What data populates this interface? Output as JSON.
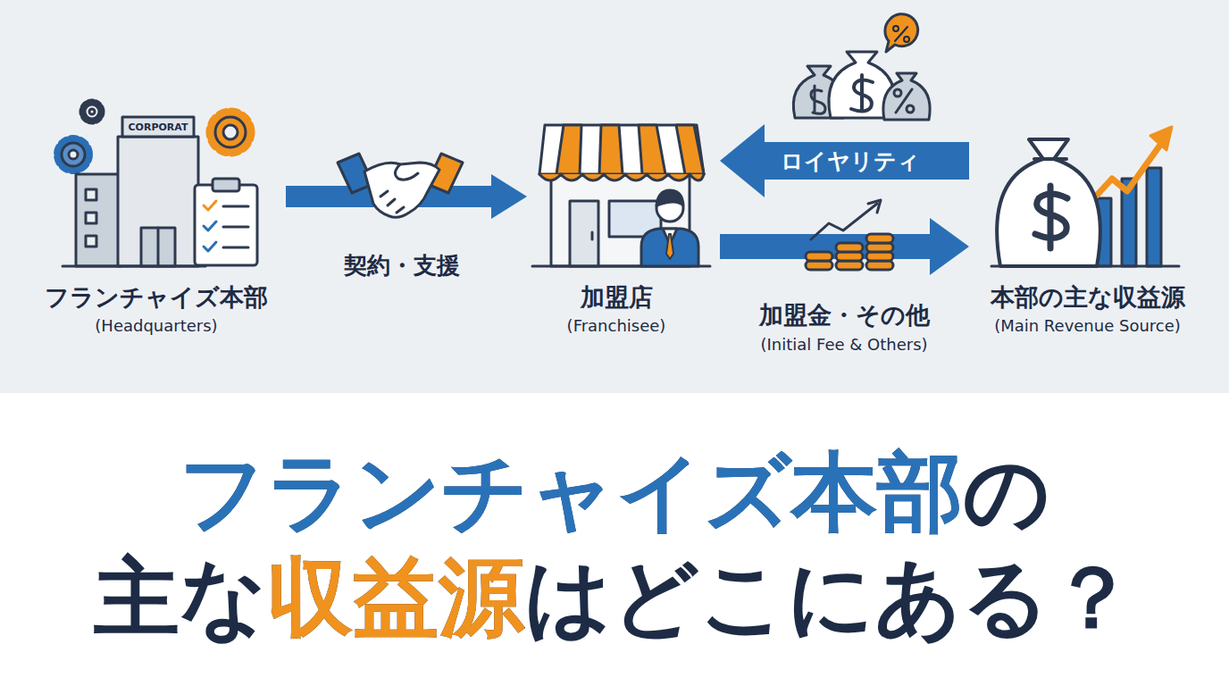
{
  "diagram": {
    "title": "フランチャイズ本部の 主な収益源はどこにある？",
    "nodes": [
      {
        "text": [
          "フランチャイズ本部",
          "(Headquarters)"
        ]
      },
      {
        "text": [
          "加盟店",
          "(Franchisee)"
        ]
      },
      {
        "text": [
          "本部の主な収益源",
          "(Main Revenue Source)"
        ]
      }
    ],
    "edges": [
      {
        "from": 0,
        "to": 1,
        "label": "契約・支援",
        "arrow": "to"
      },
      {
        "from": 2,
        "to": 1,
        "label": "ロイヤリティ",
        "arrow": "to"
      },
      {
        "from": 1,
        "to": 2,
        "label": "加盟金・その他",
        "arrow": "to"
      }
    ],
    "labels": [
      "CORPORAT",
      "(Initial Fee & Others)"
    ]
  }
}
